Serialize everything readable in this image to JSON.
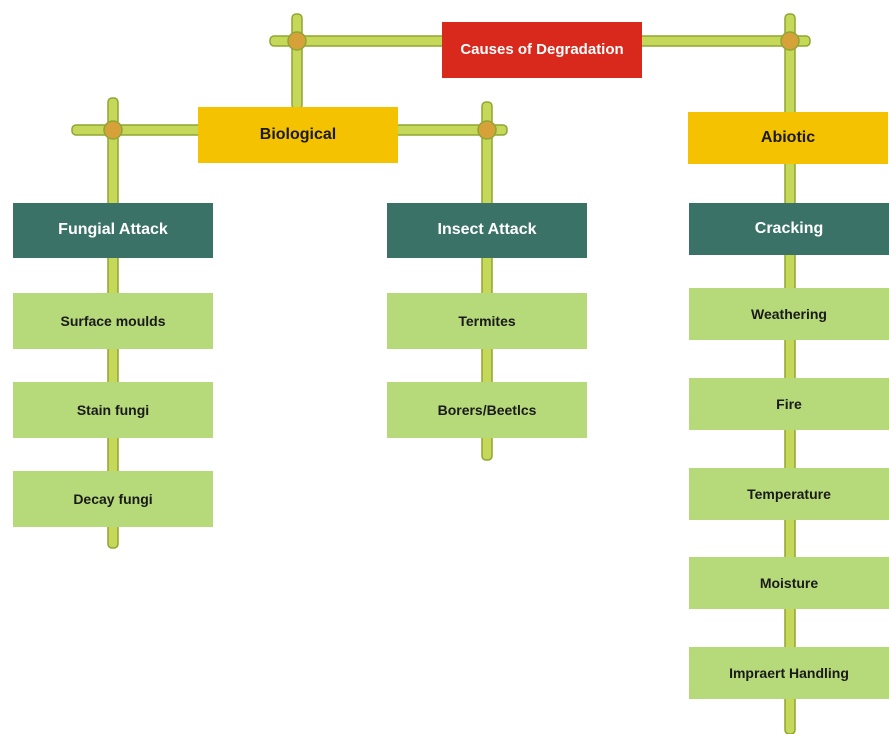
{
  "colors": {
    "root_bg": "#d9291c",
    "root_fg": "#ffffff",
    "category_bg": "#f5c200",
    "category_fg": "#1a1a1a",
    "subcategory_bg": "#3b7268",
    "subcategory_fg": "#ffffff",
    "leaf_bg": "#b6d97a",
    "leaf_fg": "#1a1a1a",
    "bamboo": "#c5d85a",
    "bamboo_dark": "#8fa631",
    "knot": "#d7a13a"
  },
  "root": {
    "label": "Causes of Degradation"
  },
  "biological": {
    "label": "Biological",
    "fungal": {
      "label": "Fungial Attack",
      "items": [
        "Surface moulds",
        "Stain fungi",
        "Decay fungi"
      ]
    },
    "insect": {
      "label": "Insect Attack",
      "items": [
        "Termites",
        "Borers/Beetlcs"
      ]
    }
  },
  "abiotic": {
    "label": "Abiotic",
    "cracking": {
      "label": "Cracking",
      "items": [
        "Weathering",
        "Fire",
        "Temperature",
        "Moisture",
        "Impraert Handling"
      ]
    }
  }
}
